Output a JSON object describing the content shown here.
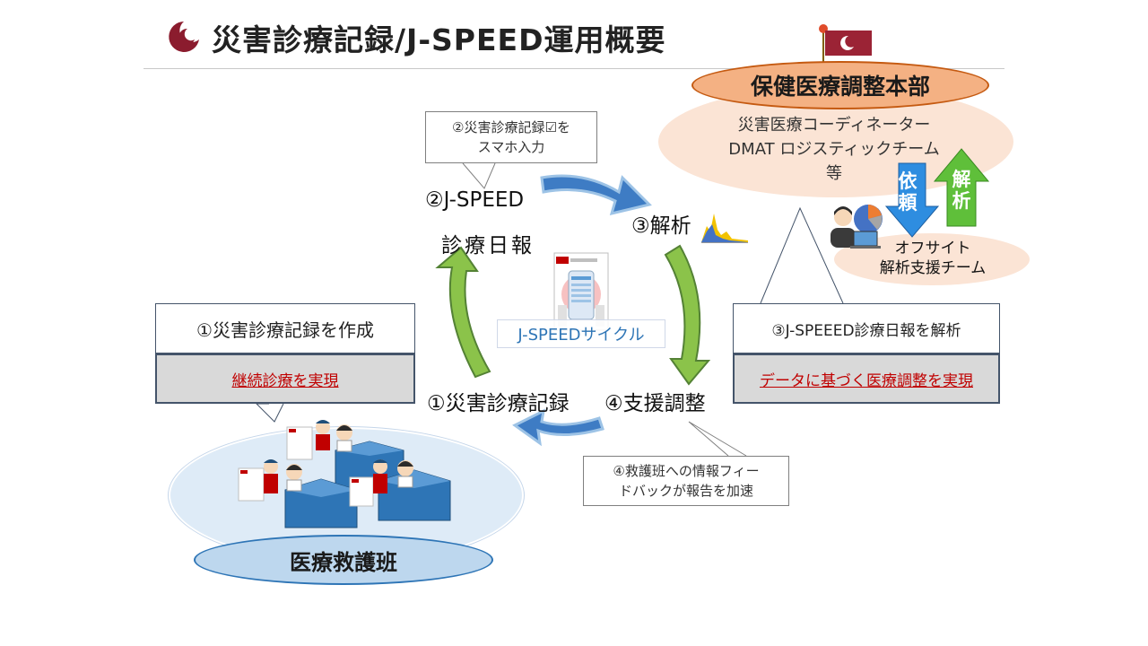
{
  "title": "災害診療記録/J-SPEED運用概要",
  "hq": {
    "name": "保健医療調整本部",
    "members": [
      "災害医療コーディネーター",
      "DMAT ロジスティックチーム",
      "等"
    ],
    "request": "依頼",
    "analysis": "解析"
  },
  "offsite": {
    "line1": "オフサイト",
    "line2": "解析支援チーム"
  },
  "callouts": {
    "input": [
      "②災害診療記録☑を",
      "スマホ入力"
    ],
    "feedback": [
      "④救護班への情報フィー",
      "ドバックが報告を加速"
    ]
  },
  "cycle": {
    "step2_line1": "②J-SPEED",
    "step2_line2": "診療日報",
    "step3": "③解析",
    "step1": "①災害診療記録",
    "step4": "④支援調整",
    "center": "J-SPEEDサイクル"
  },
  "step1_box": {
    "header": "①災害診療記録を作成",
    "body": "継続診療を実現"
  },
  "step3_box": {
    "header": "③J-SPEEED診療日報を解析",
    "body": "データに基づく医療調整を実現"
  },
  "team": {
    "name": "医療救護班"
  },
  "colors": {
    "hq_fill": "#f4b183",
    "hq_cloud": "#fbe4d5",
    "team_fill": "#bdd7ee",
    "team_cloud": "#deebf7",
    "cycle_green": "#8bc34a",
    "cycle_blue": "#3e7cc4",
    "request_blue": "#2e8de0",
    "analysis_green": "#5fbf3a",
    "accent_red": "#c00000",
    "logo_maroon": "#8b1c2e"
  }
}
